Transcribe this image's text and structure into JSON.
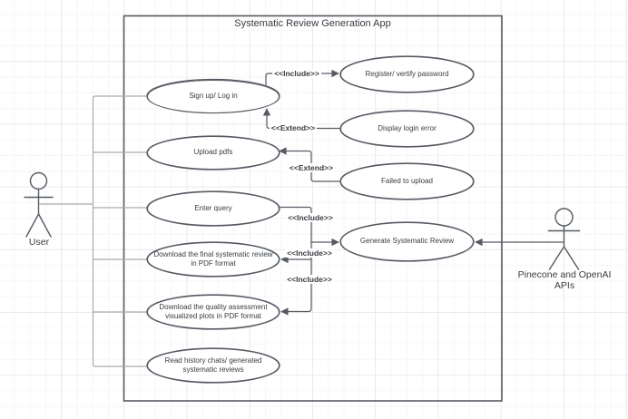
{
  "system": {
    "title": "Systematic Review Generation App"
  },
  "actors": [
    {
      "label": "User"
    },
    {
      "label": "Pinecone and OpenAI APIs"
    }
  ],
  "use_cases": [
    {
      "label": "Sign up/ Log in"
    },
    {
      "label": "Upload pdfs"
    },
    {
      "label": "Enter query"
    },
    {
      "label": "Download the final systematic review in PDF format"
    },
    {
      "label": "Download the quality assessment visualized plots in PDF format"
    },
    {
      "label": "Read history chats/ generated systematic reviews"
    },
    {
      "label": "Register/ vertify password"
    },
    {
      "label": "Display login error"
    },
    {
      "label": "Failed to upload"
    },
    {
      "label": "Generate Systematic Review"
    }
  ],
  "relationships": [
    {
      "label": "<<Include>>",
      "from": "Sign up/ Log in",
      "to": "Register/ vertify password"
    },
    {
      "label": "<<Extend>>",
      "from": "Display login error",
      "to": "Sign up/ Log in"
    },
    {
      "label": "<<Extend>>",
      "from": "Failed to upload",
      "to": "Upload pdfs"
    },
    {
      "label": "<<Include>>",
      "from": "Enter query",
      "to": "Generate Systematic Review"
    },
    {
      "label": "<<Include>>",
      "from": "Generate Systematic Review",
      "to": "Download the final systematic review in PDF format"
    },
    {
      "label": "<<Include>>",
      "from": "Generate Systematic Review",
      "to": "Download the quality assessment visualized plots in PDF format"
    }
  ],
  "colors": {
    "stroke": "#565b63",
    "light_line": "#a8acb1",
    "text": "#383c41"
  }
}
